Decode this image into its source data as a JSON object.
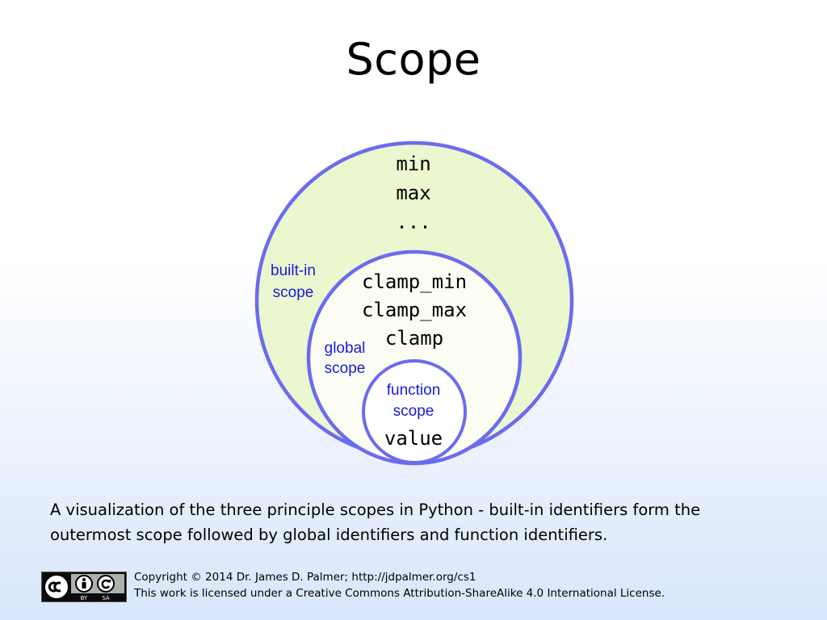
{
  "slide": {
    "title": "Scope",
    "caption": "A visualization of the three principle scopes in Python - built-in identifiers form the outermost scope followed by global identifiers and function identifiers."
  },
  "diagram": {
    "builtin": {
      "label_lines": [
        "built-in",
        "scope"
      ],
      "identifiers": [
        "min",
        "max",
        "..."
      ],
      "fill": "#eaf7cf"
    },
    "global": {
      "label_lines": [
        "global",
        "scope"
      ],
      "identifiers": [
        "clamp_min",
        "clamp_max",
        "clamp"
      ],
      "fill": "#fbfdf3"
    },
    "function": {
      "label_lines": [
        "function",
        "scope"
      ],
      "identifiers": [
        "value"
      ],
      "fill": "#ffffff"
    },
    "stroke_color": "#6b6bf0",
    "label_color": "#1a1adc"
  },
  "footer": {
    "license_badge": {
      "icons": [
        "cc-icon",
        "attribution-icon",
        "share-alike-icon"
      ],
      "labels": [
        "BY",
        "SA"
      ]
    },
    "copyright_line": "Copyright © 2014 Dr. James D. Palmer; http://jdpalmer.org/cs1",
    "license_line": "This work is licensed under a Creative Commons Attribution-ShareAlike 4.0 International License."
  }
}
